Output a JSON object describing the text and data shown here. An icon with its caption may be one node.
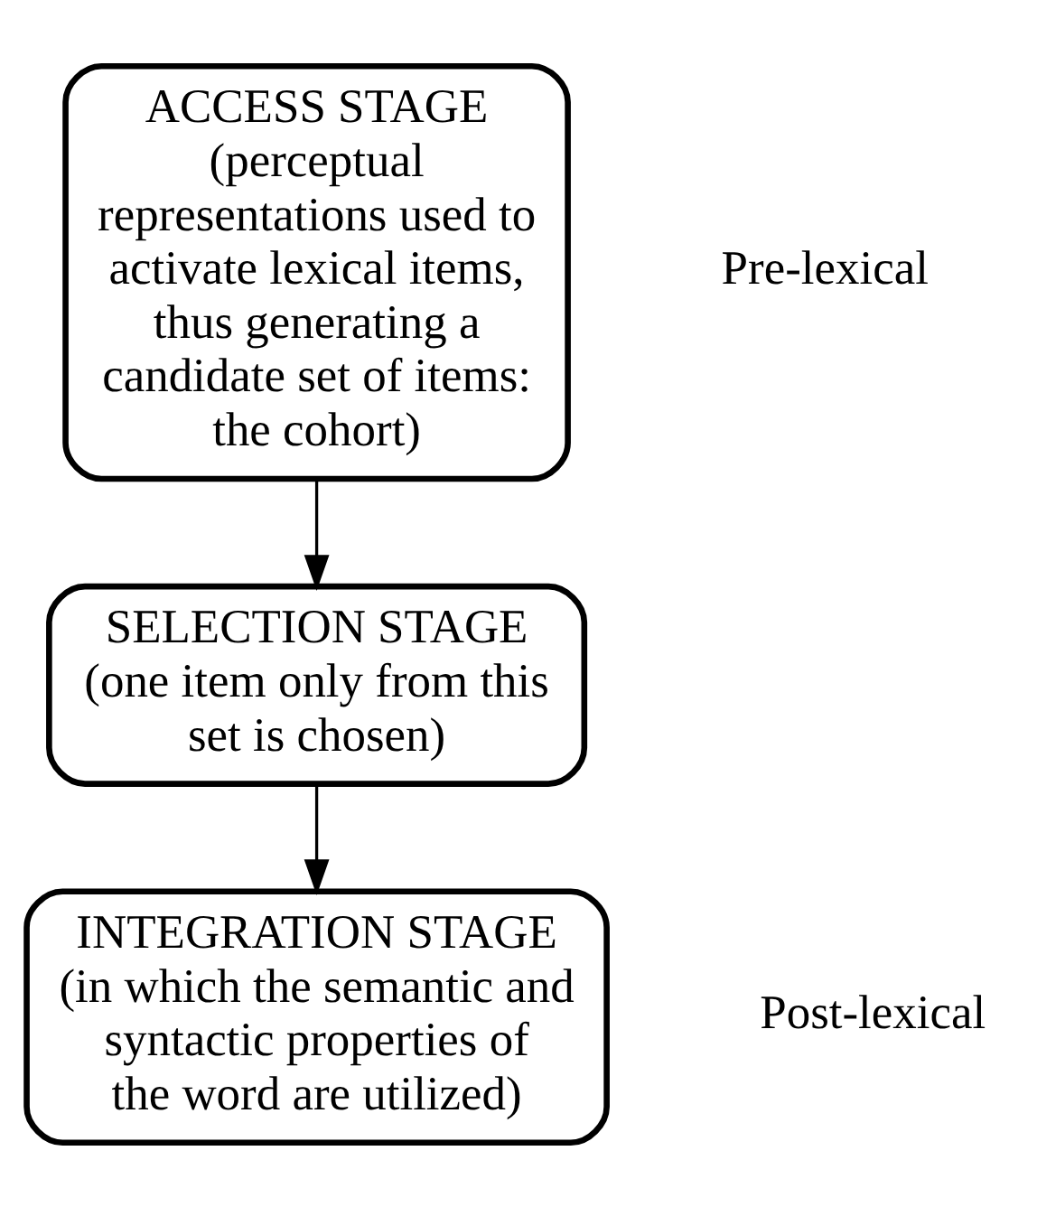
{
  "diagram": {
    "nodes": [
      {
        "text": [
          "ACCESS STAGE",
          "(perceptual representations used to activate lexical items, thus generating a candidate set of items: the cohort)"
        ]
      },
      {
        "text": [
          "SELECTION STAGE",
          "(one item only from this set is chosen)"
        ]
      },
      {
        "text": [
          "INTEGRATION STAGE",
          "(in which the semantic and syntactic properties of the word are utilized)"
        ]
      }
    ],
    "edges": [
      {
        "from": 0,
        "to": 1,
        "arrow": "to"
      },
      {
        "from": 1,
        "to": 2,
        "arrow": "to"
      }
    ],
    "labels": [
      "Pre-lexical",
      "Post-lexical"
    ]
  }
}
